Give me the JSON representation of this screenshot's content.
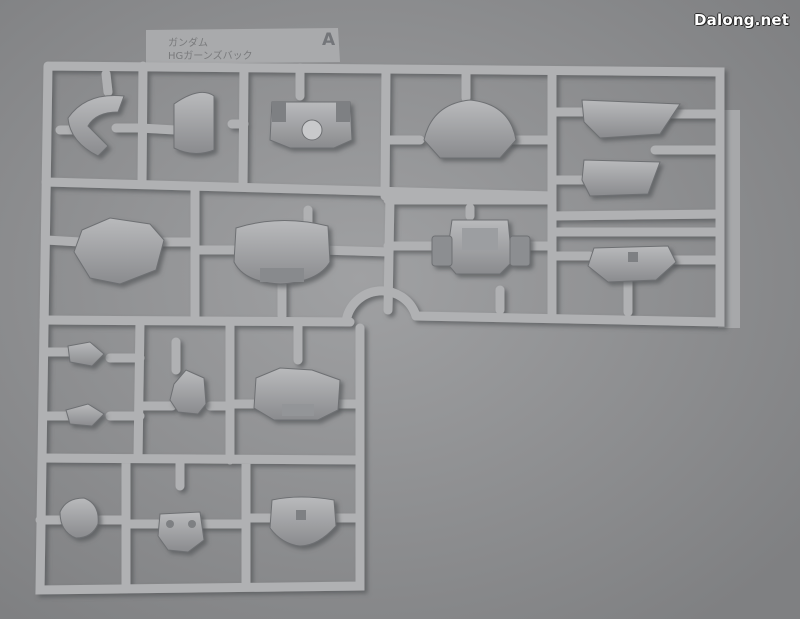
{
  "watermark": "Dalong.net",
  "runner_tag": {
    "letter": "A",
    "line1": "ガンダム",
    "line2": "HGガーンズバック"
  },
  "colors": {
    "background": "#8f9092",
    "runner": "#b3b4b6",
    "part": "#a6a7a9",
    "part_dark": "#7e8083"
  }
}
